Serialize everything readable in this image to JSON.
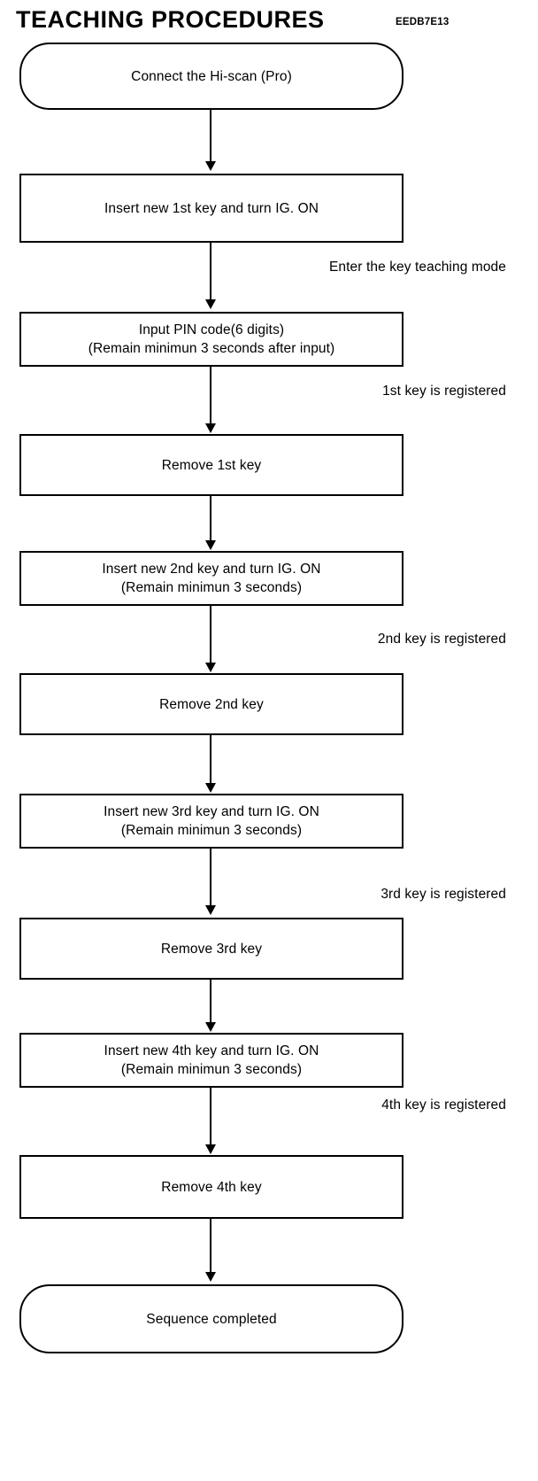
{
  "header": {
    "title": "TEACHING PROCEDURES",
    "code": "EEDB7E13"
  },
  "flowchart": {
    "type": "flowchart",
    "orientation": "vertical",
    "nodes": [
      {
        "id": "start",
        "shape": "terminal",
        "lines": [
          "Connect the Hi-scan (Pro)"
        ]
      },
      {
        "id": "insert-1st",
        "shape": "rectangle",
        "lines": [
          "Insert new 1st key and turn IG. ON"
        ]
      },
      {
        "id": "input-pin",
        "shape": "rectangle",
        "lines": [
          "Input PIN code(6 digits)",
          "(Remain minimun 3 seconds after input)"
        ]
      },
      {
        "id": "remove-1st",
        "shape": "rectangle",
        "lines": [
          "Remove 1st key"
        ]
      },
      {
        "id": "insert-2nd",
        "shape": "rectangle",
        "lines": [
          "Insert new 2nd key and turn IG. ON",
          "(Remain minimun 3 seconds)"
        ]
      },
      {
        "id": "remove-2nd",
        "shape": "rectangle",
        "lines": [
          "Remove 2nd key"
        ]
      },
      {
        "id": "insert-3rd",
        "shape": "rectangle",
        "lines": [
          "Insert new 3rd key and turn IG. ON",
          "(Remain minimun 3 seconds)"
        ]
      },
      {
        "id": "remove-3rd",
        "shape": "rectangle",
        "lines": [
          "Remove 3rd key"
        ]
      },
      {
        "id": "insert-4th",
        "shape": "rectangle",
        "lines": [
          "Insert new 4th key and turn IG. ON",
          "(Remain minimun 3 seconds)"
        ]
      },
      {
        "id": "remove-4th",
        "shape": "rectangle",
        "lines": [
          "Remove 4th key"
        ]
      },
      {
        "id": "end",
        "shape": "terminal",
        "lines": [
          "Sequence completed"
        ]
      }
    ],
    "edge_labels": [
      {
        "id": "edge-label-teaching-mode",
        "text": "Enter the key teaching mode"
      },
      {
        "id": "edge-label-1st-registered",
        "text": "1st key is registered"
      },
      {
        "id": "edge-label-2nd-registered",
        "text": "2nd key is registered"
      },
      {
        "id": "edge-label-3rd-registered",
        "text": "3rd key is registered"
      },
      {
        "id": "edge-label-4th-registered",
        "text": "4th key is registered"
      }
    ]
  }
}
